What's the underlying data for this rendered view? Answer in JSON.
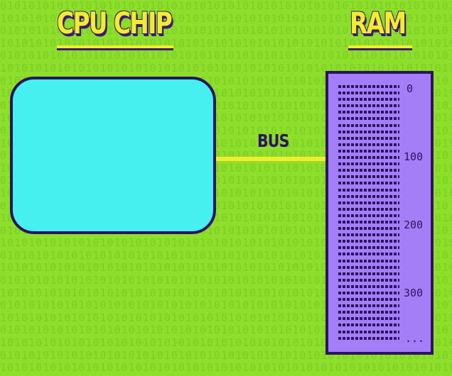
{
  "titles": {
    "cpu": "CPU CHIP",
    "ram": "RAM"
  },
  "bus_label": "BUS",
  "ram": {
    "address_labels": [
      "0",
      "100",
      "200",
      "300",
      "..."
    ]
  },
  "colors": {
    "background": "#8ddf2c",
    "cpu_fill": "#45f0ee",
    "ram_fill": "#a47ef6",
    "outline": "#2b1460",
    "title_text": "#f3ec2d",
    "bus_line": "#f3ec2d"
  }
}
